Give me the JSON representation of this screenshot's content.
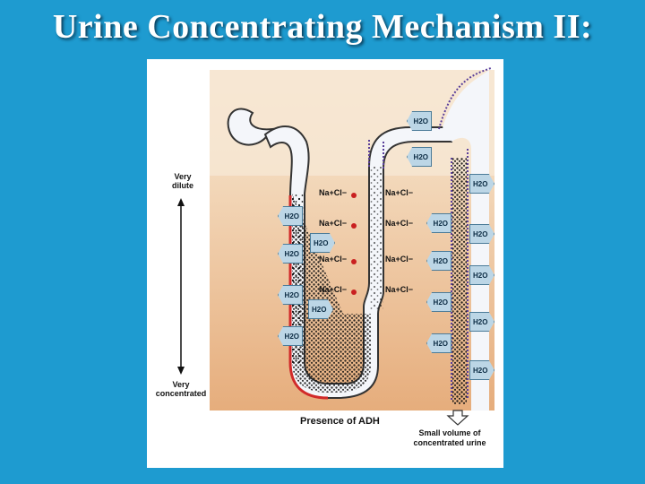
{
  "slide": {
    "title": "Urine Concentrating Mechanism II:"
  },
  "figure": {
    "scale_top": "Very dilute",
    "scale_bottom": "Very concentrated",
    "adh_label": "Presence of ADH",
    "output_label": "Small volume of concentrated urine",
    "ion_left": "Na+Cl−",
    "ion_right": "Na+Cl−",
    "water_label": "H2O",
    "colors": {
      "background": "#1e9bd0",
      "interstitium_top": "#f7e4cc",
      "interstitium_bottom": "#e6b184",
      "tubule_fill": "#f4f6fa",
      "descending_wall": "#d12a2a",
      "collecting_duct_wall": "#5a3f9a",
      "water_arrow": "#bcd6e6"
    }
  }
}
